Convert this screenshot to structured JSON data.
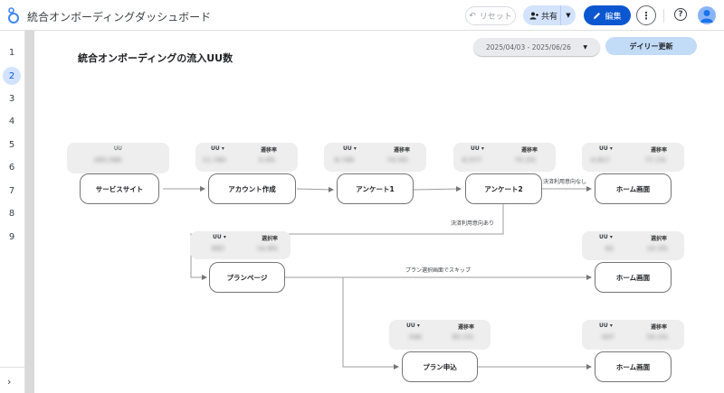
{
  "app": {
    "title": "統合オンボーディングダッシュボード"
  },
  "toolbar": {
    "reset_label": "リセット",
    "share_label": "共有",
    "edit_label": "編集"
  },
  "pages": [
    "1",
    "2",
    "3",
    "4",
    "5",
    "6",
    "7",
    "8",
    "9"
  ],
  "active_page": "2",
  "report": {
    "title": "統合オンボーディングの流入UU数",
    "date_range": "2025/04/03 - 2025/06/26",
    "update_label": "デイリー更新"
  },
  "labels": {
    "uu": "UU",
    "transition_rate": "遷移率",
    "selection_rate": "選択率"
  },
  "nodes": {
    "service_site": "サービスサイト",
    "account_create": "アカウント作成",
    "survey1": "アンケート1",
    "survey2": "アンケート2",
    "home1": "ホーム画面",
    "plan_page": "プランページ",
    "home2": "ホーム画面",
    "plan_apply": "プラン申込",
    "home3": "ホーム画面"
  },
  "edge_labels": {
    "no_payment_intent": "決済利用意向なし",
    "payment_intent": "決済利用意向あり",
    "skip_plan": "プラン選択画面でスキップ"
  },
  "stats": {
    "service_site": {
      "uu": "265,596"
    },
    "account_create": {
      "uu": "11,760",
      "rate": "4.4%"
    },
    "survey1": {
      "uu": "8,749",
      "rate": "74.4%"
    },
    "survey2": {
      "uu": "6,577",
      "rate": "75.2%"
    },
    "home1": {
      "uu": "4,917",
      "rate": "77.1%"
    },
    "plan_page": {
      "uu": "993",
      "rate": "14.8%"
    },
    "home2": {
      "uu": "92",
      "rate": "10.3%"
    },
    "plan_apply": {
      "uu": "346",
      "rate": "83.1%"
    },
    "home3": {
      "uu": "447",
      "rate": "50.2%"
    }
  }
}
